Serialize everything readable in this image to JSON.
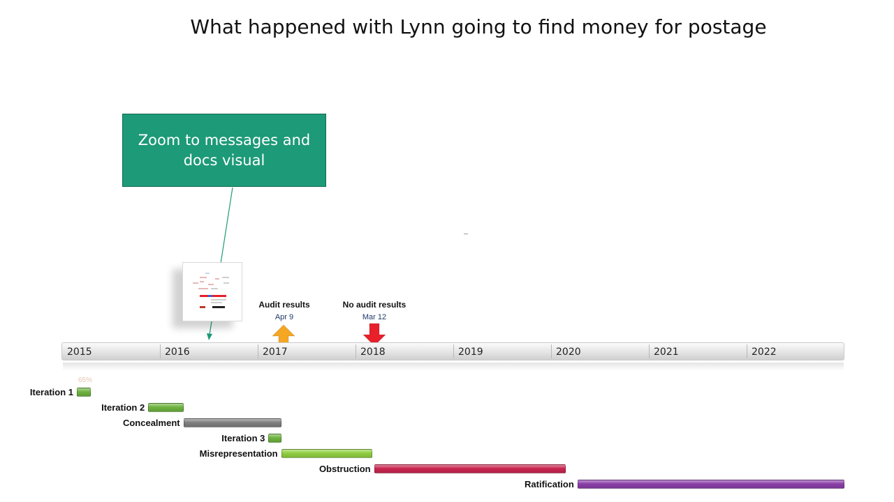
{
  "title": "What happened with Lynn going to find money for postage",
  "callout": {
    "text": "Zoom to messages and docs visual",
    "color": "#1d9a78"
  },
  "milestones": [
    {
      "label": "Audit results",
      "date": "Apr 9",
      "direction": "up",
      "color": "#f5a623"
    },
    {
      "label": "No audit results",
      "date": "Mar 12",
      "direction": "down",
      "color": "#e8202a"
    }
  ],
  "timeline": {
    "years": [
      "2015",
      "2016",
      "2017",
      "2018",
      "2019",
      "2020",
      "2021",
      "2022"
    ],
    "progress_label": "65%"
  },
  "tasks": [
    {
      "label": "Iteration 1",
      "start": "2015.15",
      "end": "2015.29",
      "color": "#6db33f"
    },
    {
      "label": "Iteration 2",
      "start": "2015.88",
      "end": "2016.24",
      "color": "#6db33f"
    },
    {
      "label": "Concealment",
      "start": "2016.24",
      "end": "2017.24",
      "color": "#7f7f7f"
    },
    {
      "label": "Iteration 3",
      "start": "2017.11",
      "end": "2017.24",
      "color": "#6db33f"
    },
    {
      "label": "Misrepresentation",
      "start": "2017.24",
      "end": "2018.17",
      "color": "#8fce3f"
    },
    {
      "label": "Obstruction",
      "start": "2018.19",
      "end": "2020.15",
      "color": "#c8254f"
    },
    {
      "label": "Ratification",
      "start": "2020.27",
      "end": "2023.0",
      "color": "#8a3ea8"
    }
  ]
}
